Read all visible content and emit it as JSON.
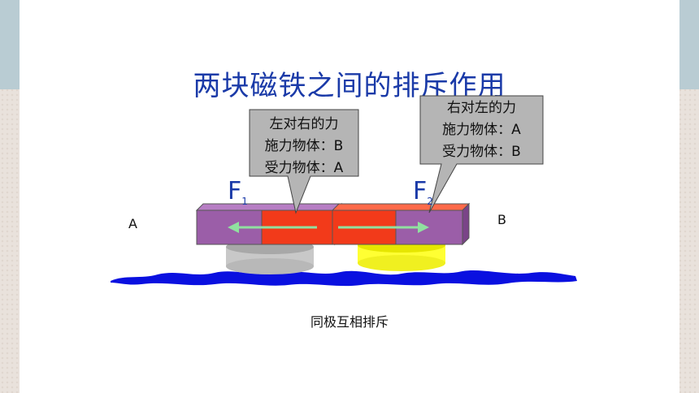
{
  "title": "两块磁铁之间的排斥作用",
  "callout_left": {
    "line1": "左对右的力",
    "line2": "施力物体：B",
    "line3": "受力物体：A"
  },
  "callout_right": {
    "line1": "右对左的力",
    "line2": "施力物体：A",
    "line3": "受力物体：B"
  },
  "force_left": {
    "letter": "F",
    "sub": "1"
  },
  "force_right": {
    "letter": "F",
    "sub": "2"
  },
  "label_a": "A",
  "label_b": "B",
  "caption": "同极互相排斥",
  "colors": {
    "title": "#1a3aa8",
    "magnet_purple": "#9b5ea8",
    "magnet_red": "#f23a1a",
    "arrow": "#90e0a0",
    "callout_fill": "#b5b5b5",
    "stand_gray": "#c0c0c0",
    "stand_yellow": "#ffff33",
    "ground_blue": "#0a10e0"
  }
}
